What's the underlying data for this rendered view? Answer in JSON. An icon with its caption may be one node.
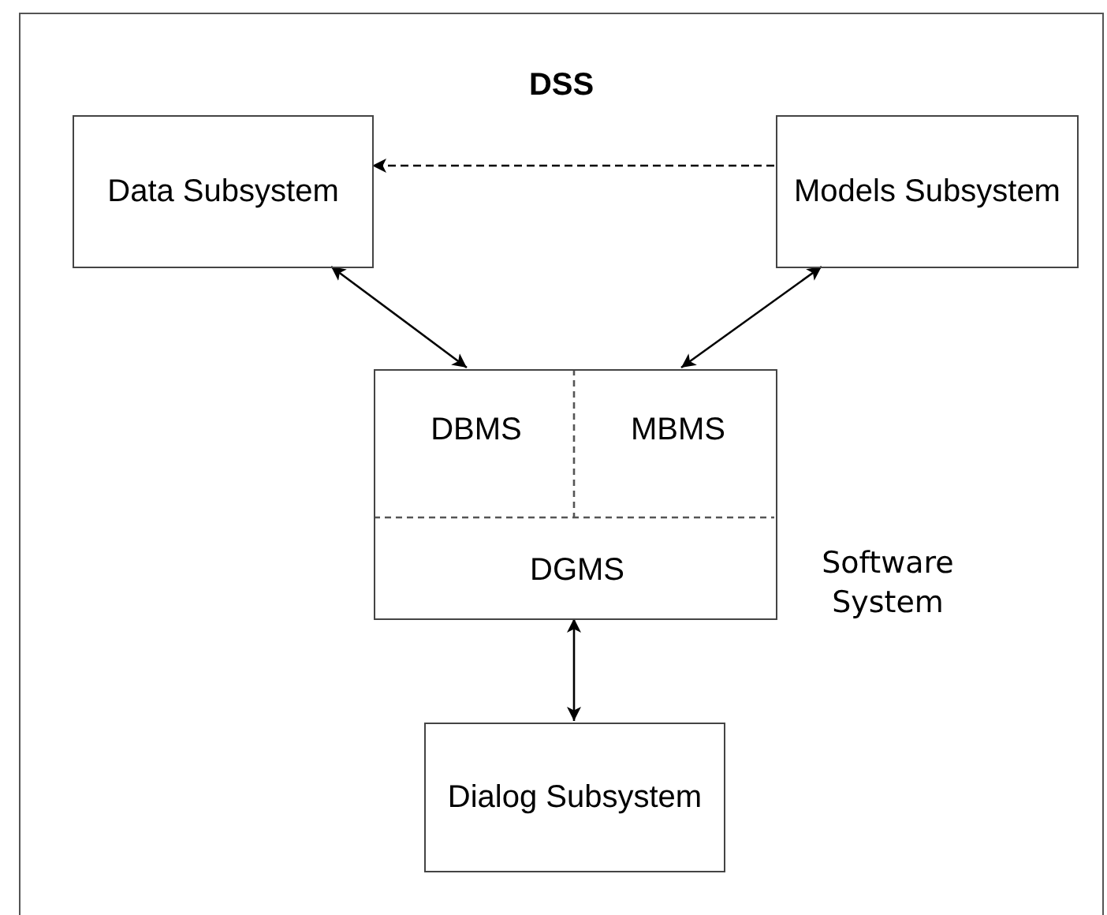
{
  "diagram": {
    "nodes": [
      {
        "text": [
          "DSS"
        ]
      },
      {
        "text": [
          "Data Subsystem"
        ],
        "in": 0
      },
      {
        "text": [
          "Models Subsystem"
        ],
        "in": 0
      },
      {
        "text": [],
        "shape": "box",
        "beside": [
          "Software System"
        ],
        "in": 0
      },
      {
        "text": [
          "DBMS"
        ],
        "in": 3
      },
      {
        "text": [
          "MBMS"
        ],
        "in": 3
      },
      {
        "text": [
          "DGMS"
        ],
        "in": 3
      },
      {
        "text": [
          "Dialog Subsystem"
        ],
        "in": 0
      }
    ],
    "edges": [
      {
        "from": 2,
        "to": 1,
        "arrow": "to",
        "style": "dashed"
      },
      {
        "from": 1,
        "to": 3,
        "arrow": "both"
      },
      {
        "from": 2,
        "to": 3,
        "arrow": "both"
      },
      {
        "from": 3,
        "to": 7,
        "arrow": "both"
      }
    ]
  }
}
